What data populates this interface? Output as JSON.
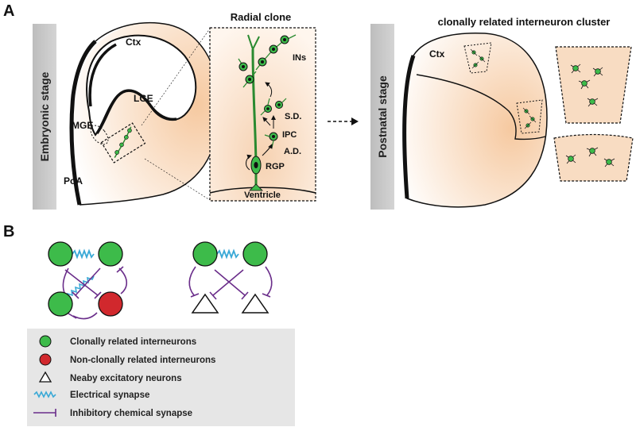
{
  "panels": {
    "a": "A",
    "b": "B"
  },
  "stage_labels": {
    "embryonic": "Embryonic stage",
    "postnatal": "Postnatal stage"
  },
  "brain_labels": {
    "ctx": "Ctx",
    "lge": "LGE",
    "mge": "MGE",
    "poa": "PoA"
  },
  "radial_clone": {
    "title": "Radial clone",
    "ins": "INs",
    "sd": "S.D.",
    "ipc": "IPC",
    "ad": "A.D.",
    "rgp": "RGP",
    "ventricle": "Ventricle"
  },
  "postnatal": {
    "title": "clonally related interneuron cluster",
    "ctx": "Ctx"
  },
  "legend": {
    "items": [
      {
        "icon": "green-circle",
        "label": "Clonally related interneurons"
      },
      {
        "icon": "red-circle",
        "label": "Non-clonally related interneurons"
      },
      {
        "icon": "triangle",
        "label": "Neaby excitatory neurons"
      },
      {
        "icon": "electrical-synapse",
        "label": "Electrical synapse"
      },
      {
        "icon": "inhibitory-synapse",
        "label": "Inhibitory chemical synapse"
      }
    ]
  },
  "colors": {
    "neuron_green": "#3dbb4a",
    "neuron_red": "#d1282d",
    "electrical_blue": "#3aa9d6",
    "inhibitory_purple": "#6a2d8a",
    "tissue_peach": "#f6c9a0",
    "stage_bar_gray": "#c8c8c8",
    "legend_bg": "#e6e6e6"
  }
}
